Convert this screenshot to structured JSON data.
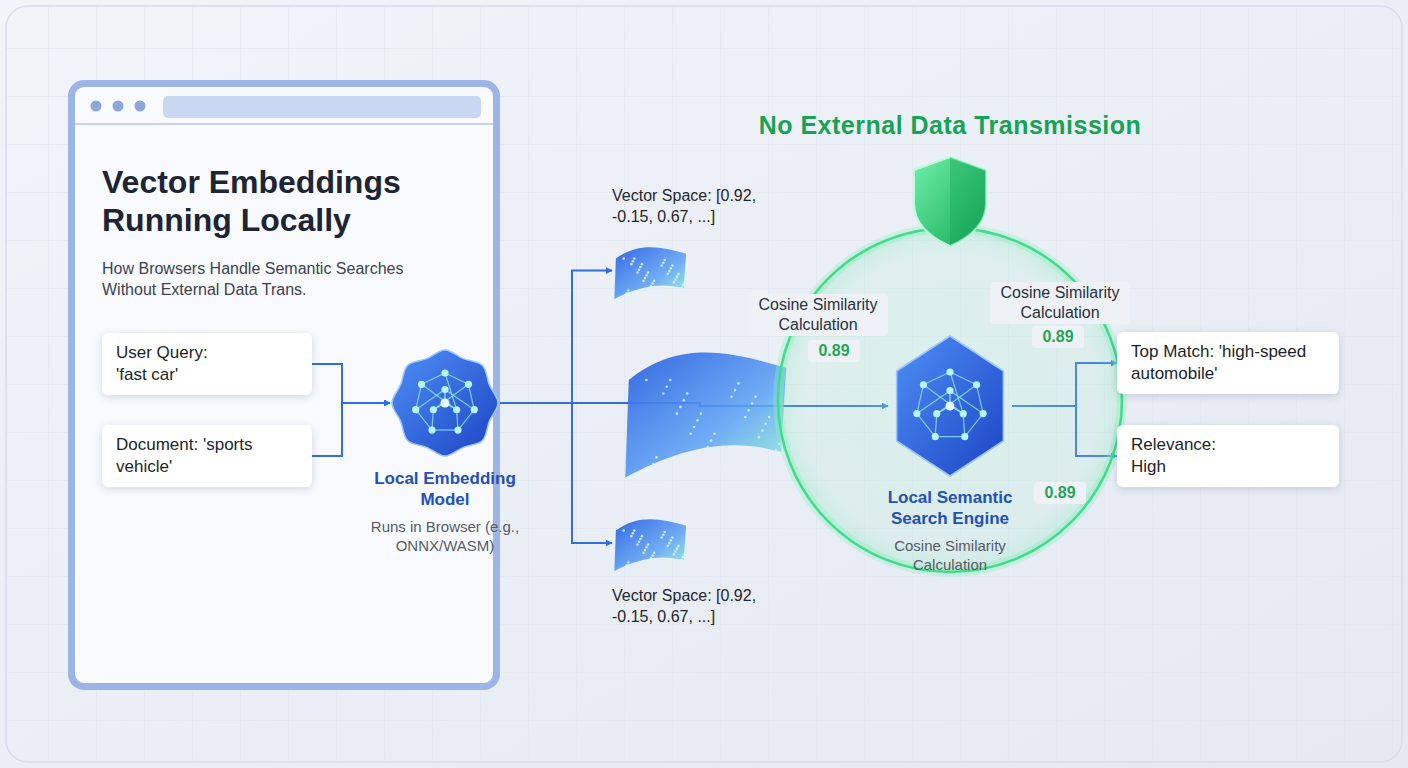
{
  "diagram": {
    "nodes": [
      {
        "text": [
          "Vector Embeddings Running Locally",
          "How Browsers Handle Semantic Searches Without External Data Trans."
        ]
      },
      {
        "text": [
          "User Query: 'fast car'"
        ],
        "in": 0
      },
      {
        "text": [
          "Document: 'sports vehicle'"
        ],
        "in": 0
      },
      {
        "text": [
          "Local Embedding Model",
          "Runs in Browser (e.g., ONNX/WASM)"
        ]
      },
      {
        "text": [
          "Vector Space: [0.92, -0.15, 0.67, ...]"
        ]
      },
      {
        "text": [
          "Vector Space: [0.92, -0.15, 0.67, ...]"
        ]
      },
      {
        "text": [
          "No External Data Transmission"
        ]
      },
      {
        "text": [
          "Local Semantic Search Engine",
          "Cosine Similarity Calculation"
        ],
        "in": 6
      },
      {
        "text": [
          "Top Match: 'high-speed automobile'"
        ]
      },
      {
        "text": [
          "Relevance: High"
        ]
      }
    ],
    "edges": [
      {
        "from": 1,
        "to": 3,
        "arrow": "to"
      },
      {
        "from": 2,
        "to": 3,
        "arrow": "to"
      },
      {
        "from": 3,
        "to": 4,
        "arrow": "to"
      },
      {
        "from": 3,
        "to": 5,
        "arrow": "to"
      },
      {
        "from": 3,
        "to": 7,
        "arrow": "to"
      },
      {
        "from": 7,
        "to": 8,
        "arrow": "to"
      },
      {
        "from": 7,
        "to": 9,
        "arrow": "to"
      }
    ],
    "labels": [
      "Cosine Similarity Calculation",
      "0.89",
      "Cosine Similarity Calculation",
      "0.89",
      "0.89"
    ]
  }
}
